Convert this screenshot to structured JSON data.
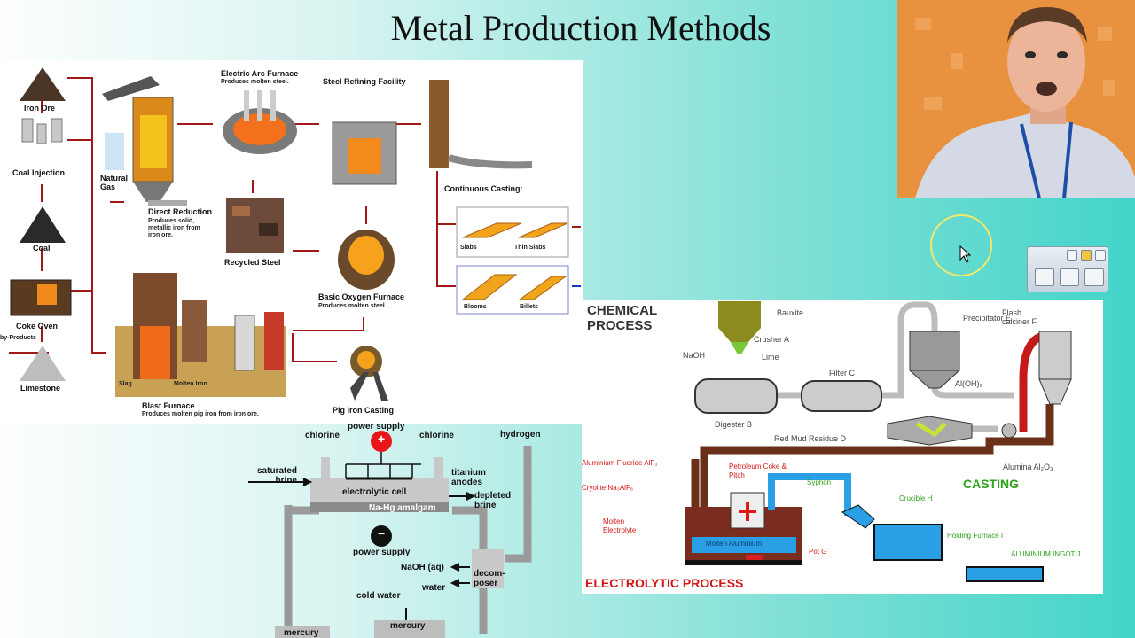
{
  "slide": {
    "title": "Metal Production Methods"
  },
  "steel_diagram": {
    "labels": {
      "iron_ore": "Iron Ore",
      "coal_injection": "Coal Injection",
      "coal": "Coal",
      "coke_oven": "Coke Oven",
      "by_products": "by-Products",
      "limestone": "Limestone",
      "natural_gas": "Natural Gas",
      "direct_reduction": "Direct Reduction",
      "direct_reduction_desc": "Produces solid, metallic iron from iron ore.",
      "electric_arc": "Electric Arc Furnace",
      "electric_arc_desc": "Produces molten steel.",
      "steel_refining": "Steel Refining Facility",
      "continuous_casting": "Continuous Casting:",
      "slabs": "Slabs",
      "thin_slabs": "Thin Slabs",
      "blooms": "Blooms",
      "billets": "Billets",
      "recycled_steel": "Recycled Steel",
      "bof": "Basic Oxygen Furnace",
      "bof_desc": "Produces molten steel.",
      "blast_furnace": "Blast Furnace",
      "blast_furnace_desc": "Produces molten pig iron from iron ore.",
      "slag": "Slag",
      "molten_iron": "Molten Iron",
      "pig_iron_casting": "Pig Iron Casting"
    }
  },
  "cell_diagram": {
    "labels": {
      "power_supply_top": "power supply",
      "chlorine_left": "chlorine",
      "chlorine_right": "chlorine",
      "hydrogen": "hydrogen",
      "saturated_brine": "saturated brine",
      "titanium_anodes": "titanium anodes",
      "electrolytic_cell": "electrolytic cell",
      "depleted_brine": "depleted brine",
      "amalgam": "Na-Hg amalgam",
      "power_supply_bottom": "power supply",
      "naoh": "NaOH (aq)",
      "water": "water",
      "decomposer": "decom- poser",
      "cold_water": "cold water",
      "mercury_left": "mercury",
      "mercury_right": "mercury",
      "plus": "+",
      "minus": "−"
    }
  },
  "aluminium_diagram": {
    "labels": {
      "chemical_process": "CHEMICAL PROCESS",
      "bauxite": "Bauxite",
      "crusher": "Crusher A",
      "naoh": "NaOH",
      "lime": "Lime",
      "precipitator": "Precipitator E",
      "flash_calciner": "Flash calciner F",
      "filter": "Filter C",
      "aloh3": "Al(OH)₃",
      "digester": "Digester B",
      "red_mud": "Red Mud Residue D",
      "alumina": "Alumina Al₂O₃",
      "aluminium_fluoride": "Aluminium Fluoride AlF₃",
      "cryolite": "Cryolite Na₃AlF₆",
      "petroleum_coke": "Petroleum Coke & Pitch",
      "syphon": "Syphon",
      "casting": "CASTING",
      "crucible": "Crucible H",
      "molten_electrolyte": "Molten Electrolyte",
      "molten_aluminium": "Molten Aluminium",
      "pot": "Pot G",
      "holding_furnace": "Holding Furnace I",
      "ingot": "ALUMINIUM INGOT J",
      "electrolytic_process": "ELECTROLYTIC PROCESS"
    }
  },
  "colors": {
    "pipe_red": "#a01818",
    "molten": "#f7a21a",
    "aluminium_blue": "#2a9fe6",
    "casting_green": "#2ea21a"
  },
  "icons": [
    "cursor-arrow-icon",
    "toolbar-grid-icon",
    "toolbar-up-icon",
    "toolbar-close-icon",
    "toolbar-view1-icon",
    "toolbar-view2-icon",
    "toolbar-view3-icon"
  ]
}
